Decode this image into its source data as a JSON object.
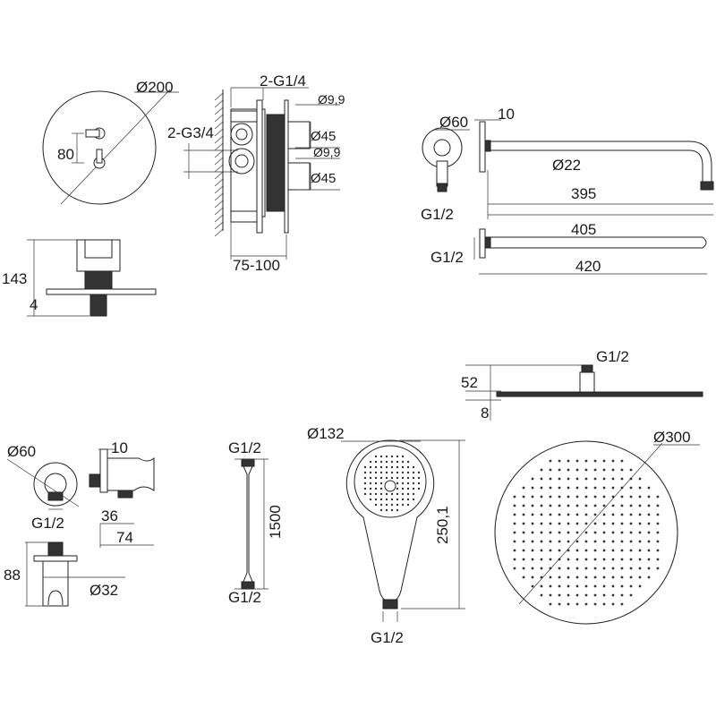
{
  "labels": {
    "valve_face_dia": "Ø200",
    "valve_spacing": "80",
    "valve_depth": "143",
    "valve_plate": "4",
    "box_outlet": "2-G1/4",
    "box_inlet": "2-G3/4",
    "spindle_dia_1": "Ø9,9",
    "knob_dia_1": "Ø45",
    "spindle_dia_2": "Ø9,9",
    "knob_dia_2": "Ø45",
    "wall_depth": "75-100",
    "arm_rosette_dia": "Ø60",
    "arm_rosette_thk": "10",
    "arm_tube_dia": "Ø22",
    "arm_thread": "G1/2",
    "arm_reach_1": "395",
    "arm_reach_2": "405",
    "arm2_thread": "G1/2",
    "arm2_length": "420",
    "head_thread": "G1/2",
    "head_height": "52",
    "head_thk": "8",
    "head_dia": "Ø300",
    "outlet_rosette_dia": "Ø60",
    "outlet_thk": "10",
    "outlet_thread": "G1/2",
    "outlet_offset": "36",
    "outlet_depth": "74",
    "holder_height": "88",
    "holder_dia": "Ø32",
    "hose_thread_top": "G1/2",
    "hose_length": "1500",
    "hose_thread_bottom": "G1/2",
    "hand_dia": "Ø132",
    "hand_length": "250,1",
    "hand_thread": "G1/2"
  }
}
